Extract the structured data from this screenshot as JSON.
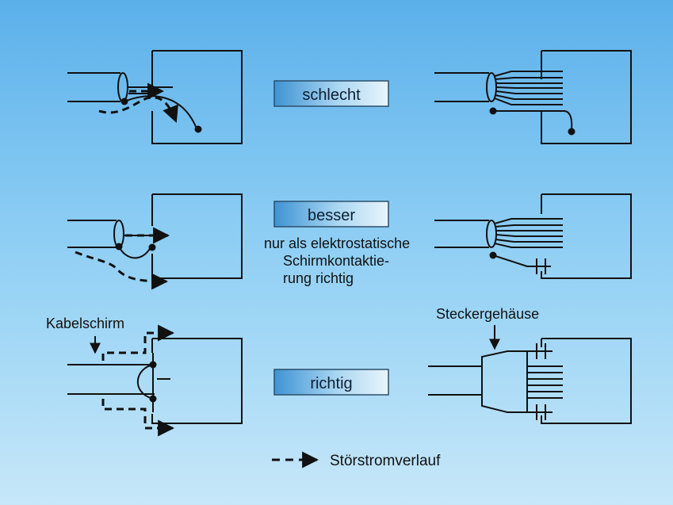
{
  "labels": {
    "bad": "schlecht",
    "better": "besser",
    "better_note_line1": "nur als elektrostatische",
    "better_note_line2": "Schirmkontaktie-",
    "better_note_line3": "rung richtig",
    "correct": "richtig",
    "cable_shield": "Kabelschirm",
    "connector_housing": "Steckergehäuse",
    "legend": "Störstromverlauf"
  },
  "colors": {
    "background_top": "#5bb0ea",
    "background_bottom": "#c7e7f9",
    "badge_fill": "#6bb5e8",
    "line": "#111111"
  }
}
